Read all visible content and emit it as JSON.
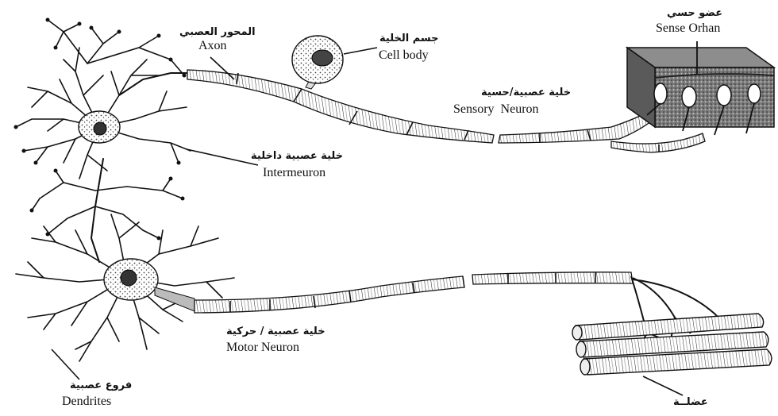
{
  "labels": {
    "axon": {
      "arabic": "المحور العصبي",
      "english": "Axon"
    },
    "cell_body": {
      "arabic": "جسم الخلية",
      "english": "Cell body"
    },
    "sense_organ": {
      "arabic": "عضو حسي",
      "english": "Sense Orhan"
    },
    "sensory_neuron": {
      "arabic": "خلية عصبية/حسية",
      "english": "Sensory  Neuron"
    },
    "interneuron": {
      "arabic": "خلية عصبية داخلية",
      "english": "Intermeuron"
    },
    "motor_neuron": {
      "arabic": "خلية عصبية / حركية",
      "english": "Motor Neuron"
    },
    "dendrites": {
      "arabic": "فروع عصبية",
      "english": "Dendrites"
    },
    "muscle": {
      "arabic": "عضلــة"
    }
  },
  "colors": {
    "ink": "#111111",
    "paper": "#ffffff",
    "stipple": "#555555",
    "tissue": "#6b6b6b"
  }
}
